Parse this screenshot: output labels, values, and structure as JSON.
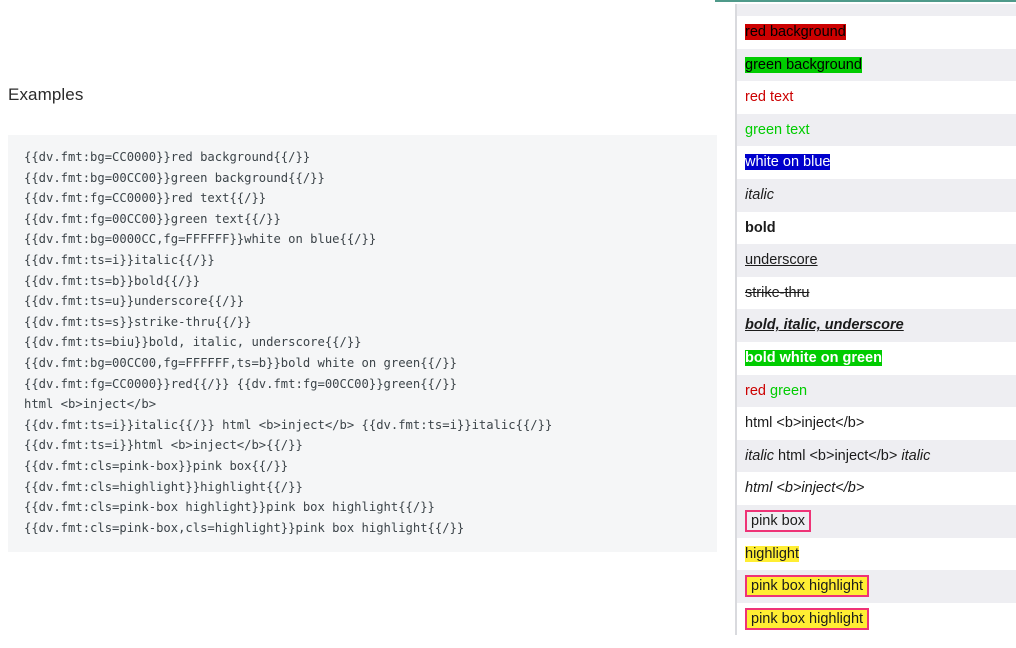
{
  "page": {
    "title": "Examples"
  },
  "code_block": {
    "lines": [
      "{{dv.fmt:bg=CC0000}}red background{{/}}",
      "{{dv.fmt:bg=00CC00}}green background{{/}}",
      "{{dv.fmt:fg=CC0000}}red text{{/}}",
      "{{dv.fmt:fg=00CC00}}green text{{/}}",
      "{{dv.fmt:bg=0000CC,fg=FFFFFF}}white on blue{{/}}",
      "{{dv.fmt:ts=i}}italic{{/}}",
      "{{dv.fmt:ts=b}}bold{{/}}",
      "{{dv.fmt:ts=u}}underscore{{/}}",
      "{{dv.fmt:ts=s}}strike-thru{{/}}",
      "{{dv.fmt:ts=biu}}bold, italic, underscore{{/}}",
      "{{dv.fmt:bg=00CC00,fg=FFFFFF,ts=b}}bold white on green{{/}}",
      "{{dv.fmt:fg=CC0000}}red{{/}} {{dv.fmt:fg=00CC00}}green{{/}}",
      "html <b>inject</b>",
      "{{dv.fmt:ts=i}}italic{{/}} html <b>inject</b> {{dv.fmt:ts=i}}italic{{/}}",
      "{{dv.fmt:ts=i}}html <b>inject</b>{{/}}",
      "{{dv.fmt:cls=pink-box}}pink box{{/}}",
      "{{dv.fmt:cls=highlight}}highlight{{/}}",
      "{{dv.fmt:cls=pink-box highlight}}pink box highlight{{/}}",
      "{{dv.fmt:cls=pink-box,cls=highlight}}pink box highlight{{/}}"
    ]
  },
  "preview_panel": {
    "rows": [
      {
        "segments": [
          {
            "text": "red background",
            "style": "fmt-bg-red"
          }
        ]
      },
      {
        "segments": [
          {
            "text": "green background",
            "style": "fmt-bg-green"
          }
        ]
      },
      {
        "segments": [
          {
            "text": "red text",
            "style": "fmt-fg-red"
          }
        ]
      },
      {
        "segments": [
          {
            "text": "green text",
            "style": "fmt-fg-green"
          }
        ]
      },
      {
        "segments": [
          {
            "text": "white on blue",
            "style": "fmt-blue"
          }
        ]
      },
      {
        "segments": [
          {
            "text": "italic",
            "style": "fmt-i"
          }
        ]
      },
      {
        "segments": [
          {
            "text": "bold",
            "style": "fmt-b"
          }
        ]
      },
      {
        "segments": [
          {
            "text": "underscore",
            "style": "fmt-u"
          }
        ]
      },
      {
        "segments": [
          {
            "text": "strike-thru",
            "style": "fmt-s"
          }
        ]
      },
      {
        "segments": [
          {
            "text": "bold, italic, underscore",
            "style": "fmt-biu"
          }
        ]
      },
      {
        "segments": [
          {
            "text": "bold white on green",
            "style": "fmt-bwg"
          }
        ]
      },
      {
        "segments": [
          {
            "text": "red",
            "style": "fmt-fg-red"
          },
          {
            "text": " ",
            "style": ""
          },
          {
            "text": "green",
            "style": "fmt-fg-green"
          }
        ]
      },
      {
        "segments": [
          {
            "text": "html <b>inject</b>",
            "style": ""
          }
        ]
      },
      {
        "segments": [
          {
            "text": "italic",
            "style": "fmt-i"
          },
          {
            "text": " html <b>inject</b> ",
            "style": ""
          },
          {
            "text": "italic",
            "style": "fmt-i"
          }
        ]
      },
      {
        "segments": [
          {
            "text": "html <b>inject</b>",
            "style": "fmt-i"
          }
        ]
      },
      {
        "segments": [
          {
            "text": "pink box",
            "style": "fmt-pink-box"
          }
        ]
      },
      {
        "segments": [
          {
            "text": "highlight",
            "style": "fmt-highlight"
          }
        ]
      },
      {
        "segments": [
          {
            "text": "pink box highlight",
            "style": "fmt-pink-box fmt-highlight"
          }
        ]
      },
      {
        "segments": [
          {
            "text": "pink box highlight",
            "style": "fmt-pink-box fmt-highlight"
          }
        ]
      }
    ]
  },
  "colors": {
    "accent_rule": "#4f9a8a",
    "code_bg": "#f5f6f7",
    "stripe_bg": "#eeeef2",
    "pink_border": "#ee3377",
    "highlight_bg": "#ffee33",
    "red": "#CC0000",
    "green": "#00CC00",
    "blue": "#0000CC"
  }
}
